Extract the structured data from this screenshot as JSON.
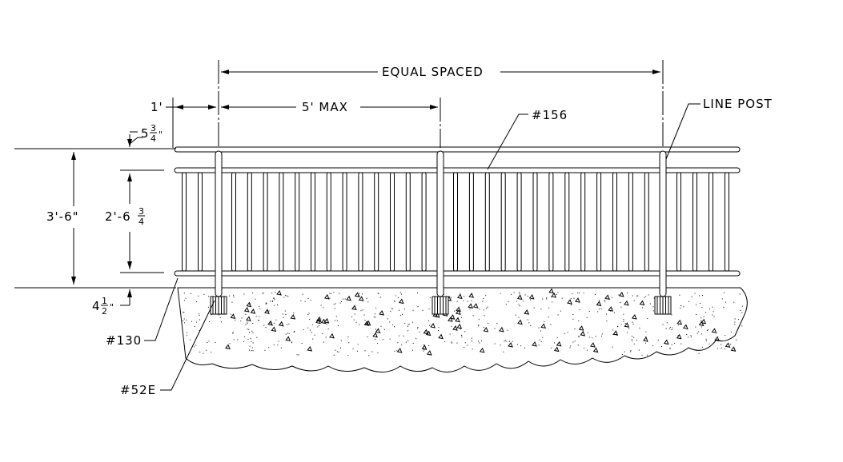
{
  "labels": {
    "equal_spaced": "EQUAL SPACED",
    "one_ft": "1'",
    "five_max": "5' MAX",
    "top_gap_whole": "5",
    "top_gap_num": "3",
    "top_gap_den": "4",
    "top_gap_unit": "\"",
    "height": "3'-6\"",
    "rail_span_whole": "2'-6",
    "rail_span_num": "3",
    "rail_span_den": "4",
    "bottom_gap_whole": "4",
    "bottom_gap_num": "1",
    "bottom_gap_den": "2",
    "bottom_gap_unit": "\"",
    "part_130": "#130",
    "part_52e": "#52E",
    "part_156": "#156",
    "line_post": "LINE POST"
  },
  "colors": {
    "line": "#000000",
    "background": "#ffffff"
  }
}
